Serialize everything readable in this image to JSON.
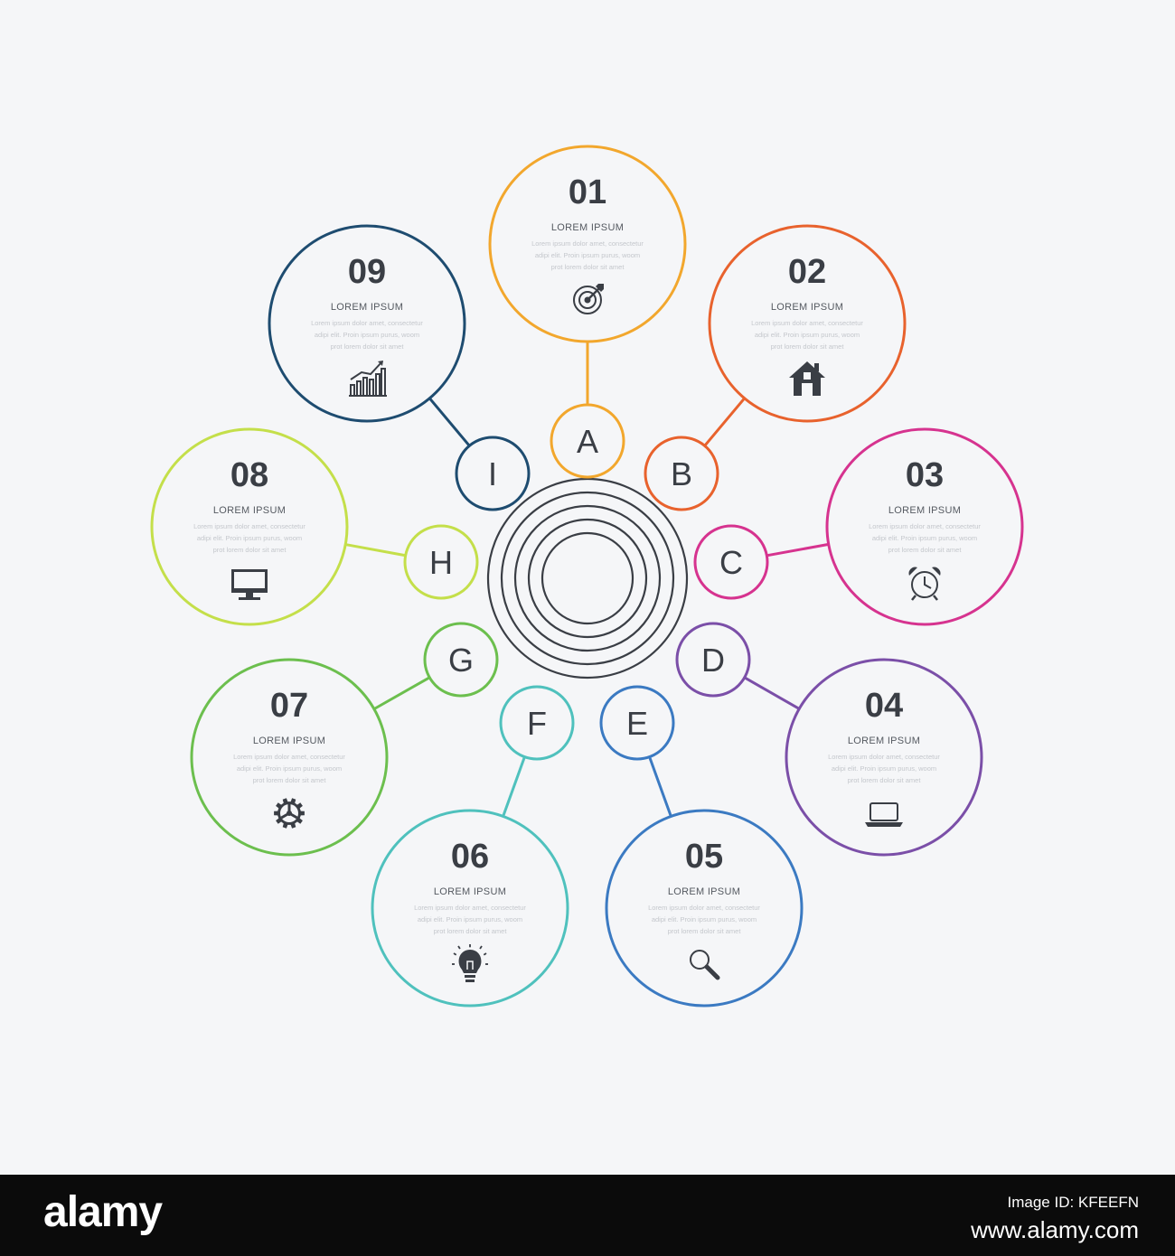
{
  "circles": [
    {
      "number": "01",
      "heading": "LOREM IPSUM",
      "lines": [
        "Lorem ipsum dolor amet, consectetur",
        "adipi elit. Proin ipsum purus, woom",
        "prot lorem dolor sit amet"
      ],
      "color": "#f2a72d",
      "icon": "target-icon",
      "letter": "A"
    },
    {
      "number": "02",
      "heading": "LOREM IPSUM",
      "lines": [
        "Lorem ipsum dolor amet, consectetur",
        "adipi elit. Proin ipsum purus, woom",
        "prot lorem dolor sit amet"
      ],
      "color": "#e8622d",
      "icon": "house-icon",
      "letter": "B"
    },
    {
      "number": "03",
      "heading": "LOREM IPSUM",
      "lines": [
        "Lorem ipsum dolor amet, consectetur",
        "adipi elit. Proin ipsum purus, woom",
        "prot lorem dolor sit amet"
      ],
      "color": "#d6338f",
      "icon": "alarm-clock-icon",
      "letter": "C"
    },
    {
      "number": "04",
      "heading": "LOREM IPSUM",
      "lines": [
        "Lorem ipsum dolor amet, consectetur",
        "adipi elit. Proin ipsum purus, woom",
        "prot lorem dolor sit amet"
      ],
      "color": "#7b4fa8",
      "icon": "laptop-icon",
      "letter": "D"
    },
    {
      "number": "05",
      "heading": "LOREM IPSUM",
      "lines": [
        "Lorem ipsum dolor amet, consectetur",
        "adipi elit. Proin ipsum purus, woom",
        "prot lorem dolor sit amet"
      ],
      "color": "#3b7ac2",
      "icon": "magnifier-icon",
      "letter": "E"
    },
    {
      "number": "06",
      "heading": "LOREM IPSUM",
      "lines": [
        "Lorem ipsum dolor amet, consectetur",
        "adipi elit. Proin ipsum purus, woom",
        "prot lorem dolor sit amet"
      ],
      "color": "#4fc1bd",
      "icon": "lightbulb-icon",
      "letter": "F"
    },
    {
      "number": "07",
      "heading": "LOREM IPSUM",
      "lines": [
        "Lorem ipsum dolor amet, consectetur",
        "adipi elit. Proin ipsum purus, woom",
        "prot lorem dolor sit amet"
      ],
      "color": "#6cbf4e",
      "icon": "gear-icon",
      "letter": "G"
    },
    {
      "number": "08",
      "heading": "LOREM IPSUM",
      "lines": [
        "Lorem ipsum dolor amet, consectetur",
        "adipi elit. Proin ipsum purus, woom",
        "prot lorem dolor sit amet"
      ],
      "color": "#c4df4a",
      "icon": "monitor-icon",
      "letter": "H"
    },
    {
      "number": "09",
      "heading": "LOREM IPSUM",
      "lines": [
        "Lorem ipsum dolor amet, consectetur",
        "adipi elit. Proin ipsum purus, woom",
        "prot lorem dolor sit amet"
      ],
      "color": "#1e4c70",
      "icon": "bar-chart-icon",
      "letter": "I"
    }
  ],
  "center": {
    "color": "#3a3e45",
    "rings": 5
  },
  "watermark": {
    "brand": "alamy",
    "image_id": "Image ID: KFEEFN",
    "site": "www.alamy.com"
  }
}
